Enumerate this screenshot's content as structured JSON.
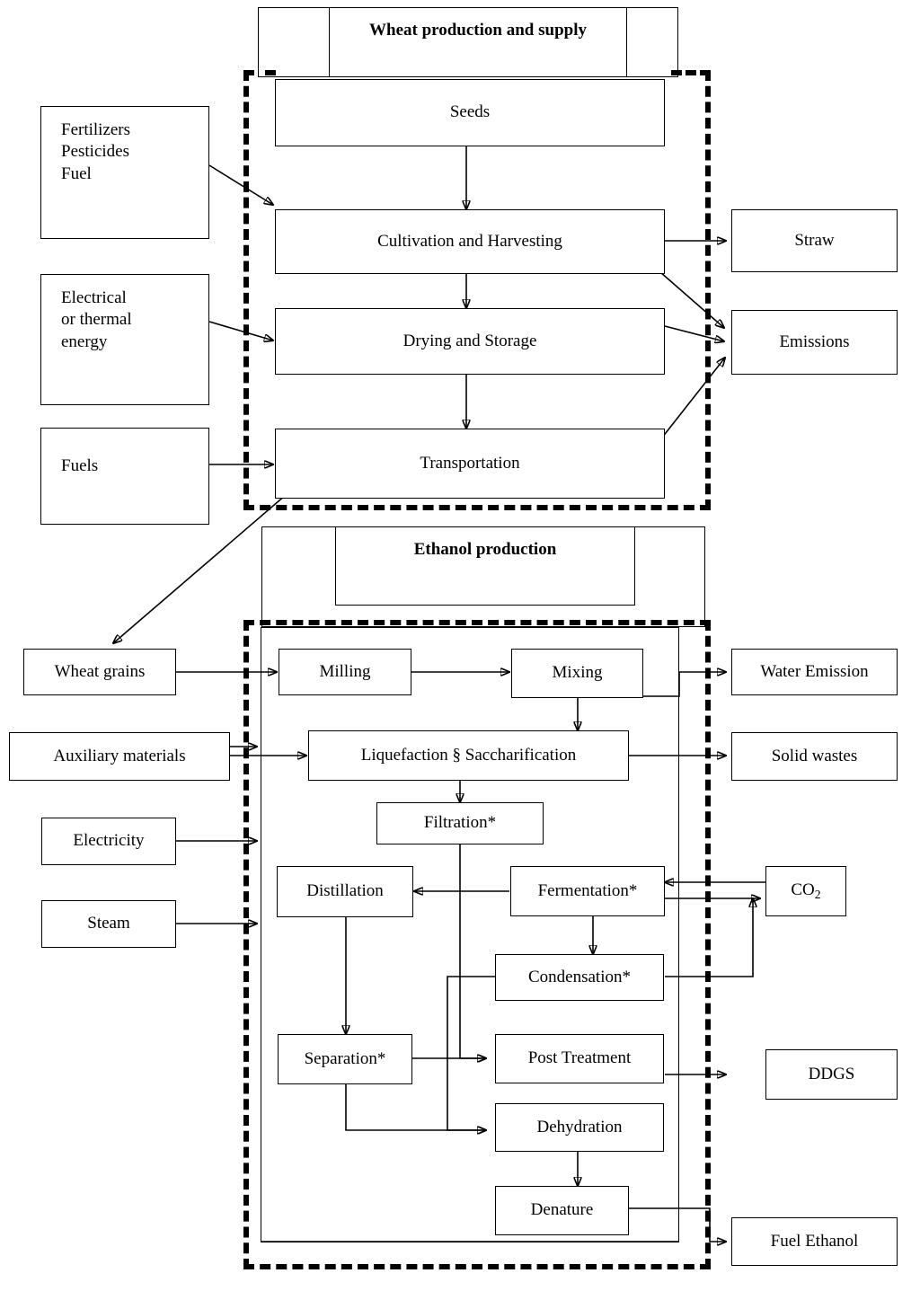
{
  "diagram": {
    "type": "process-flow",
    "title_sections": [
      {
        "id": "wheat",
        "label": "Wheat production and supply"
      },
      {
        "id": "ethanol",
        "label": "Ethanol production"
      }
    ],
    "wheat_section": {
      "header": "Wheat production and supply",
      "inputs": [
        {
          "id": "fertilizers",
          "label": "Fertilizers\nPesticides\nFuel",
          "lines": [
            "Fertilizers",
            "Pesticides",
            "Fuel"
          ]
        },
        {
          "id": "energy",
          "label": "Electrical or thermal energy",
          "lines": [
            "Electrical",
            "or thermal",
            "energy"
          ]
        },
        {
          "id": "fuels",
          "label": "Fuels",
          "lines": [
            "Fuels"
          ]
        }
      ],
      "processes": [
        {
          "id": "seeds",
          "label": "Seeds"
        },
        {
          "id": "cultivation",
          "label": "Cultivation and Harvesting"
        },
        {
          "id": "drying",
          "label": "Drying and Storage"
        },
        {
          "id": "transportation",
          "label": "Transportation"
        }
      ],
      "outputs": [
        {
          "id": "straw",
          "label": "Straw"
        },
        {
          "id": "emissions",
          "label": "Emissions"
        }
      ]
    },
    "ethanol_section": {
      "header": "Ethanol production",
      "inputs": [
        {
          "id": "wheat-grains",
          "label": "Wheat grains"
        },
        {
          "id": "auxiliary-materials",
          "label": "Auxiliary materials"
        },
        {
          "id": "electricity",
          "label": "Electricity"
        },
        {
          "id": "steam",
          "label": "Steam"
        }
      ],
      "processes": [
        {
          "id": "milling",
          "label": "Milling"
        },
        {
          "id": "mixing",
          "label": "Mixing"
        },
        {
          "id": "liquefaction",
          "label": "Liquefaction § Saccharification"
        },
        {
          "id": "filtration",
          "label": "Filtration*"
        },
        {
          "id": "distillation",
          "label": "Distillation"
        },
        {
          "id": "fermentation",
          "label": "Fermentation*"
        },
        {
          "id": "condensation",
          "label": "Condensation*"
        },
        {
          "id": "separation",
          "label": "Separation*"
        },
        {
          "id": "post-treatment",
          "label": "Post Treatment"
        },
        {
          "id": "dehydration",
          "label": "Dehydration"
        },
        {
          "id": "denature",
          "label": "Denature"
        }
      ],
      "outputs": [
        {
          "id": "water-emission",
          "label": "Water Emission"
        },
        {
          "id": "solid-wastes",
          "label": "Solid wastes"
        },
        {
          "id": "co2",
          "label": "CO2",
          "formula_base": "CO",
          "formula_sub": "2"
        },
        {
          "id": "ddgs",
          "label": "DDGS"
        },
        {
          "id": "fuel-ethanol",
          "label": "Fuel Ethanol"
        }
      ]
    },
    "colors": {
      "stroke": "#000000",
      "fill": "#ffffff"
    }
  }
}
